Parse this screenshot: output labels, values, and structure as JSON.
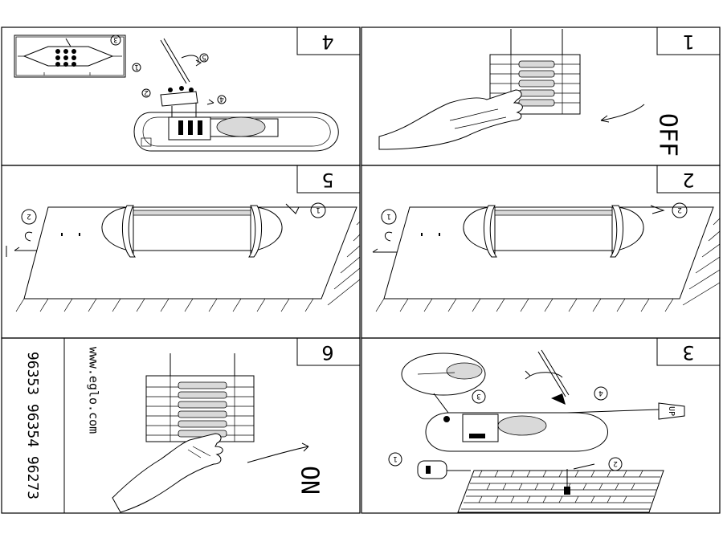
{
  "panels": [
    {
      "id": "step-1",
      "number": "1",
      "label": "OFF"
    },
    {
      "id": "step-2",
      "number": "2"
    },
    {
      "id": "step-3",
      "number": "3",
      "label": "UP"
    },
    {
      "id": "step-4",
      "number": "4"
    },
    {
      "id": "step-5",
      "number": "5"
    },
    {
      "id": "step-6",
      "number": "6",
      "label": "ON",
      "website": "www.eglo.com",
      "article_numbers": "96353  96354  96273"
    }
  ],
  "callouts": [
    "1",
    "2",
    "3",
    "4",
    "5"
  ],
  "colors": {
    "line": "#000000",
    "background": "#ffffff",
    "shade": "#d9d9d9"
  }
}
